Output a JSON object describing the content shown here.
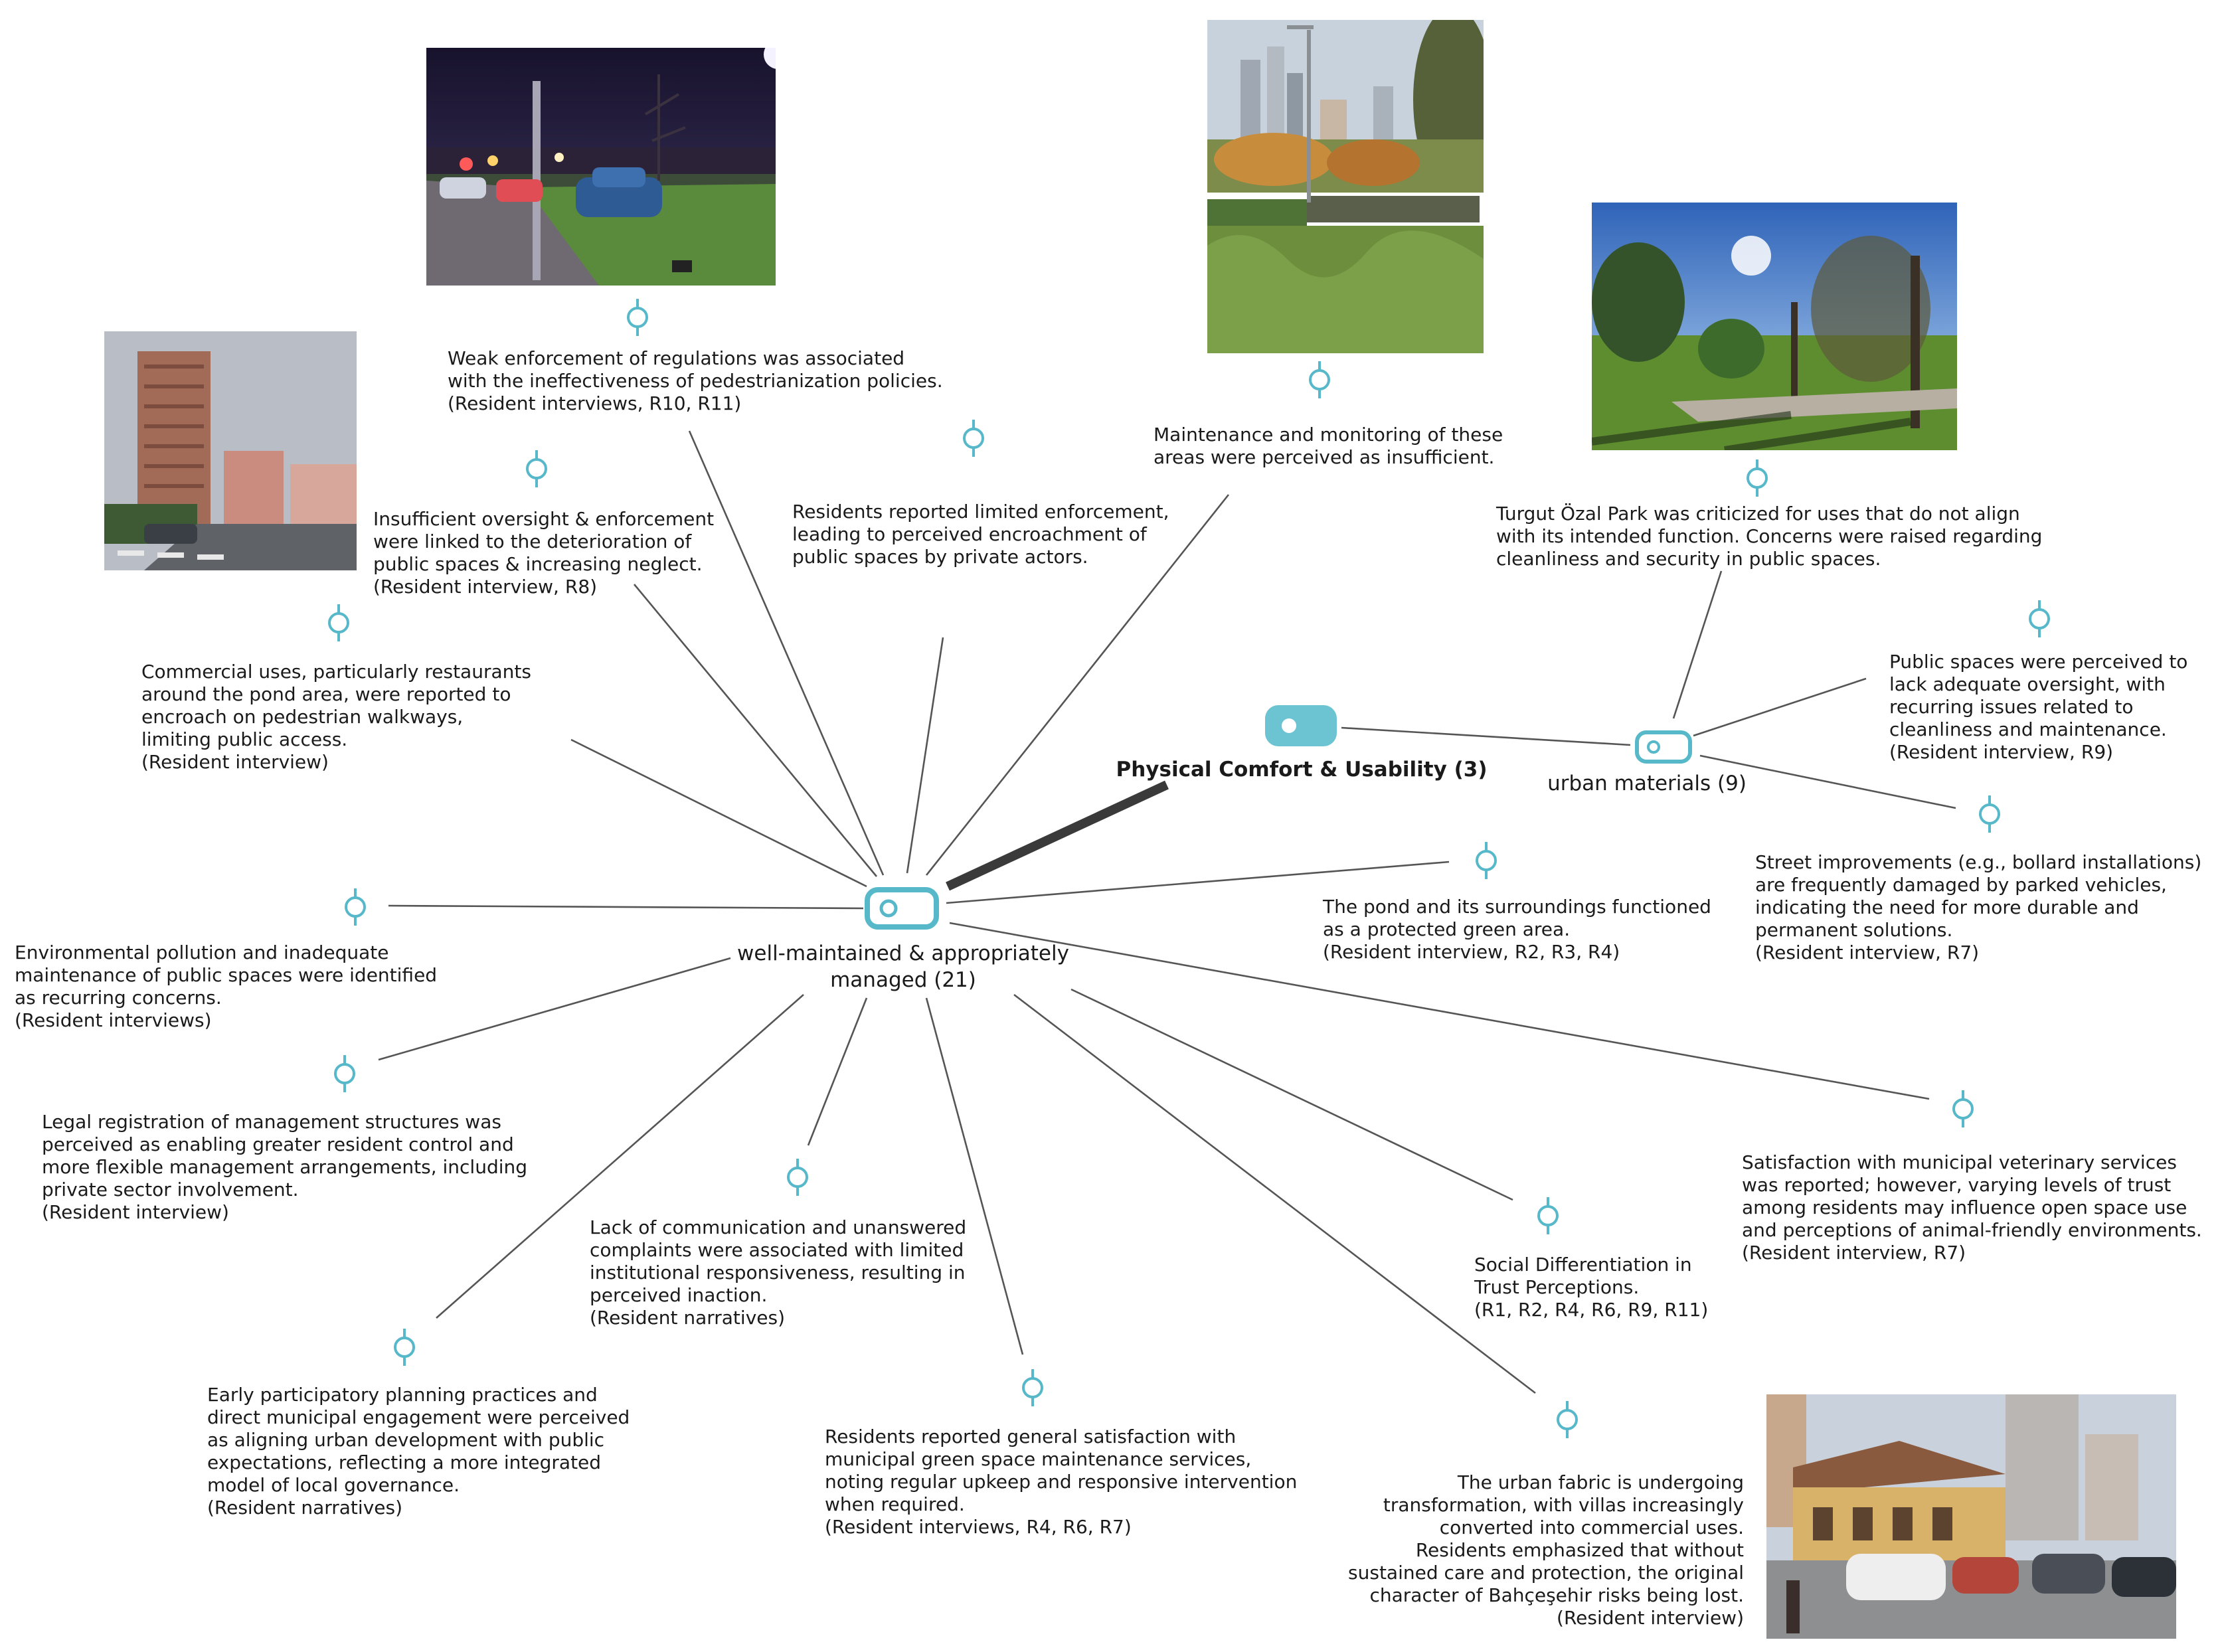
{
  "colors": {
    "pin": "#57b8c9",
    "code_fill": "#6cc3d2",
    "line": "#555555",
    "strong_line": "#3a3a3a"
  },
  "codes": {
    "main": "well-maintained & appropriately\nmanaged (21)",
    "urban": "urban materials (9)",
    "physical": "Physical Comfort & Usability (3)"
  },
  "quotes": {
    "q_weak_enforcement": "Weak enforcement of regulations was associated\nwith the ineffectiveness of pedestrianization policies.\n(Resident interviews, R10, R11)",
    "q_insufficient_oversight": "Insufficient oversight & enforcement\nwere linked to the deterioration of\npublic spaces & increasing neglect.\n(Resident interview, R8)",
    "q_limited_enforcement": "Residents reported limited enforcement,\nleading to perceived encroachment of\npublic spaces by private actors.",
    "q_maintenance_monitoring": "Maintenance and monitoring of these\nareas were perceived as insufficient.",
    "q_turgut_ozal": "Turgut Özal Park was criticized for uses that do not align\nwith its intended function. Concerns were raised regarding\ncleanliness and security in public spaces.",
    "q_lack_oversight": "Public spaces were perceived to\nlack adequate oversight, with\nrecurring issues related to\ncleanliness and maintenance.\n(Resident interview, R9)",
    "q_street_improvements": "Street improvements (e.g., bollard installations)\nare frequently damaged by parked vehicles,\nindicating the need for more durable and\npermanent solutions.\n(Resident interview, R7)",
    "q_commercial_uses": "Commercial uses, particularly restaurants\naround the pond area, were reported to\nencroach on pedestrian walkways,\nlimiting public access.\n(Resident interview)",
    "q_pond": "The pond and its surroundings functioned\nas a protected green area.\n(Resident interview, R2, R3, R4)",
    "q_environmental_pollution": "Environmental pollution and inadequate\nmaintenance of public spaces were identified\nas recurring concerns.\n(Resident interviews)",
    "q_legal_registration": "Legal registration of management structures was\nperceived as enabling greater resident control and\nmore flexible management arrangements, including\nprivate sector involvement.\n(Resident interview)",
    "q_lack_communication": "Lack of communication and unanswered\ncomplaints were associated with limited\ninstitutional responsiveness, resulting in\nperceived inaction.\n(Resident narratives)",
    "q_veterinary": "Satisfaction with municipal veterinary services\nwas reported; however, varying levels of trust\namong residents may influence open space use\nand perceptions of animal-friendly environments.\n(Resident interview, R7)",
    "q_social_differentiation": "Social Differentiation in\nTrust Perceptions.\n(R1, R2, R4, R6, R9, R11)",
    "q_early_participatory": "Early participatory planning practices and\ndirect municipal engagement were perceived\nas aligning urban development with public\nexpectations, reflecting a more integrated\nmodel of local governance.\n(Resident narratives)",
    "q_general_satisfaction": "Residents reported general satisfaction with\nmunicipal green space maintenance services,\nnoting regular upkeep and responsive intervention\nwhen required.\n(Resident interviews, R4, R6, R7)",
    "q_urban_fabric": "The urban fabric is undergoing\ntransformation, with villas increasingly\nconverted into commercial uses.\nResidents emphasized that without\nsustained care and protection, the original\ncharacter of Bahçeşehir risks being lost.\n(Resident interview)"
  },
  "icons": {
    "quote_pin": "quote-pin-icon",
    "code_node": "code-node-icon"
  }
}
